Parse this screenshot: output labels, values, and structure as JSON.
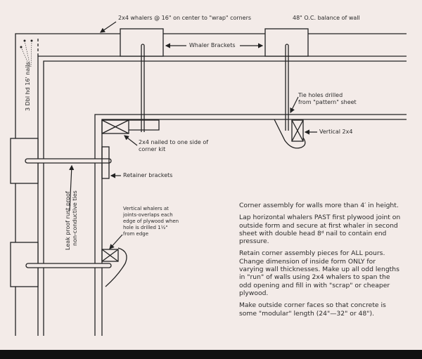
{
  "labels": {
    "whalers_wrap": "2x4 whalers @ 16\" on center to \"wrap\" corners",
    "balance": "48\" O.C. balance of wall",
    "whaler_brackets": "Whaler Brackets",
    "nails": "3 Dbl hd 16' nails",
    "tie_holes_1": "Tie holes drilled",
    "tie_holes_2": "from \"pattern\" sheet",
    "vertical_2x4": "Vertical 2x4",
    "corner_kit_1": "2x4 nailed to one side of",
    "corner_kit_2": "corner kit",
    "retainer": "Retainer brackets",
    "ties_1": "Leak proof rust proof",
    "ties_2": "non-conductive ties",
    "vwhalers": [
      "Vertical whalers at",
      "joints-overlaps each",
      "edge of plywood when",
      "hole is drilled 1½\"",
      "from edge"
    ]
  },
  "notes": [
    "Corner assembly for walls more than 4′ in height.",
    "Lap horizontal whalers PAST first plywood joint on outside form and secure at first whaler in second sheet with double head 8ᵈ nail to contain end pressure.",
    "Retain corner assembly pieces for ALL pours. Change dimension of inside form ONLY for varying wall thicknesses. Make up all odd lengths in \"run\" of walls using 2x4 whalers to span the odd opening and fill in with \"scrap\" or cheaper plywood.",
    "Make outside corner faces so that concrete is some \"modular\" length (24\"—32\" or 48\")."
  ]
}
